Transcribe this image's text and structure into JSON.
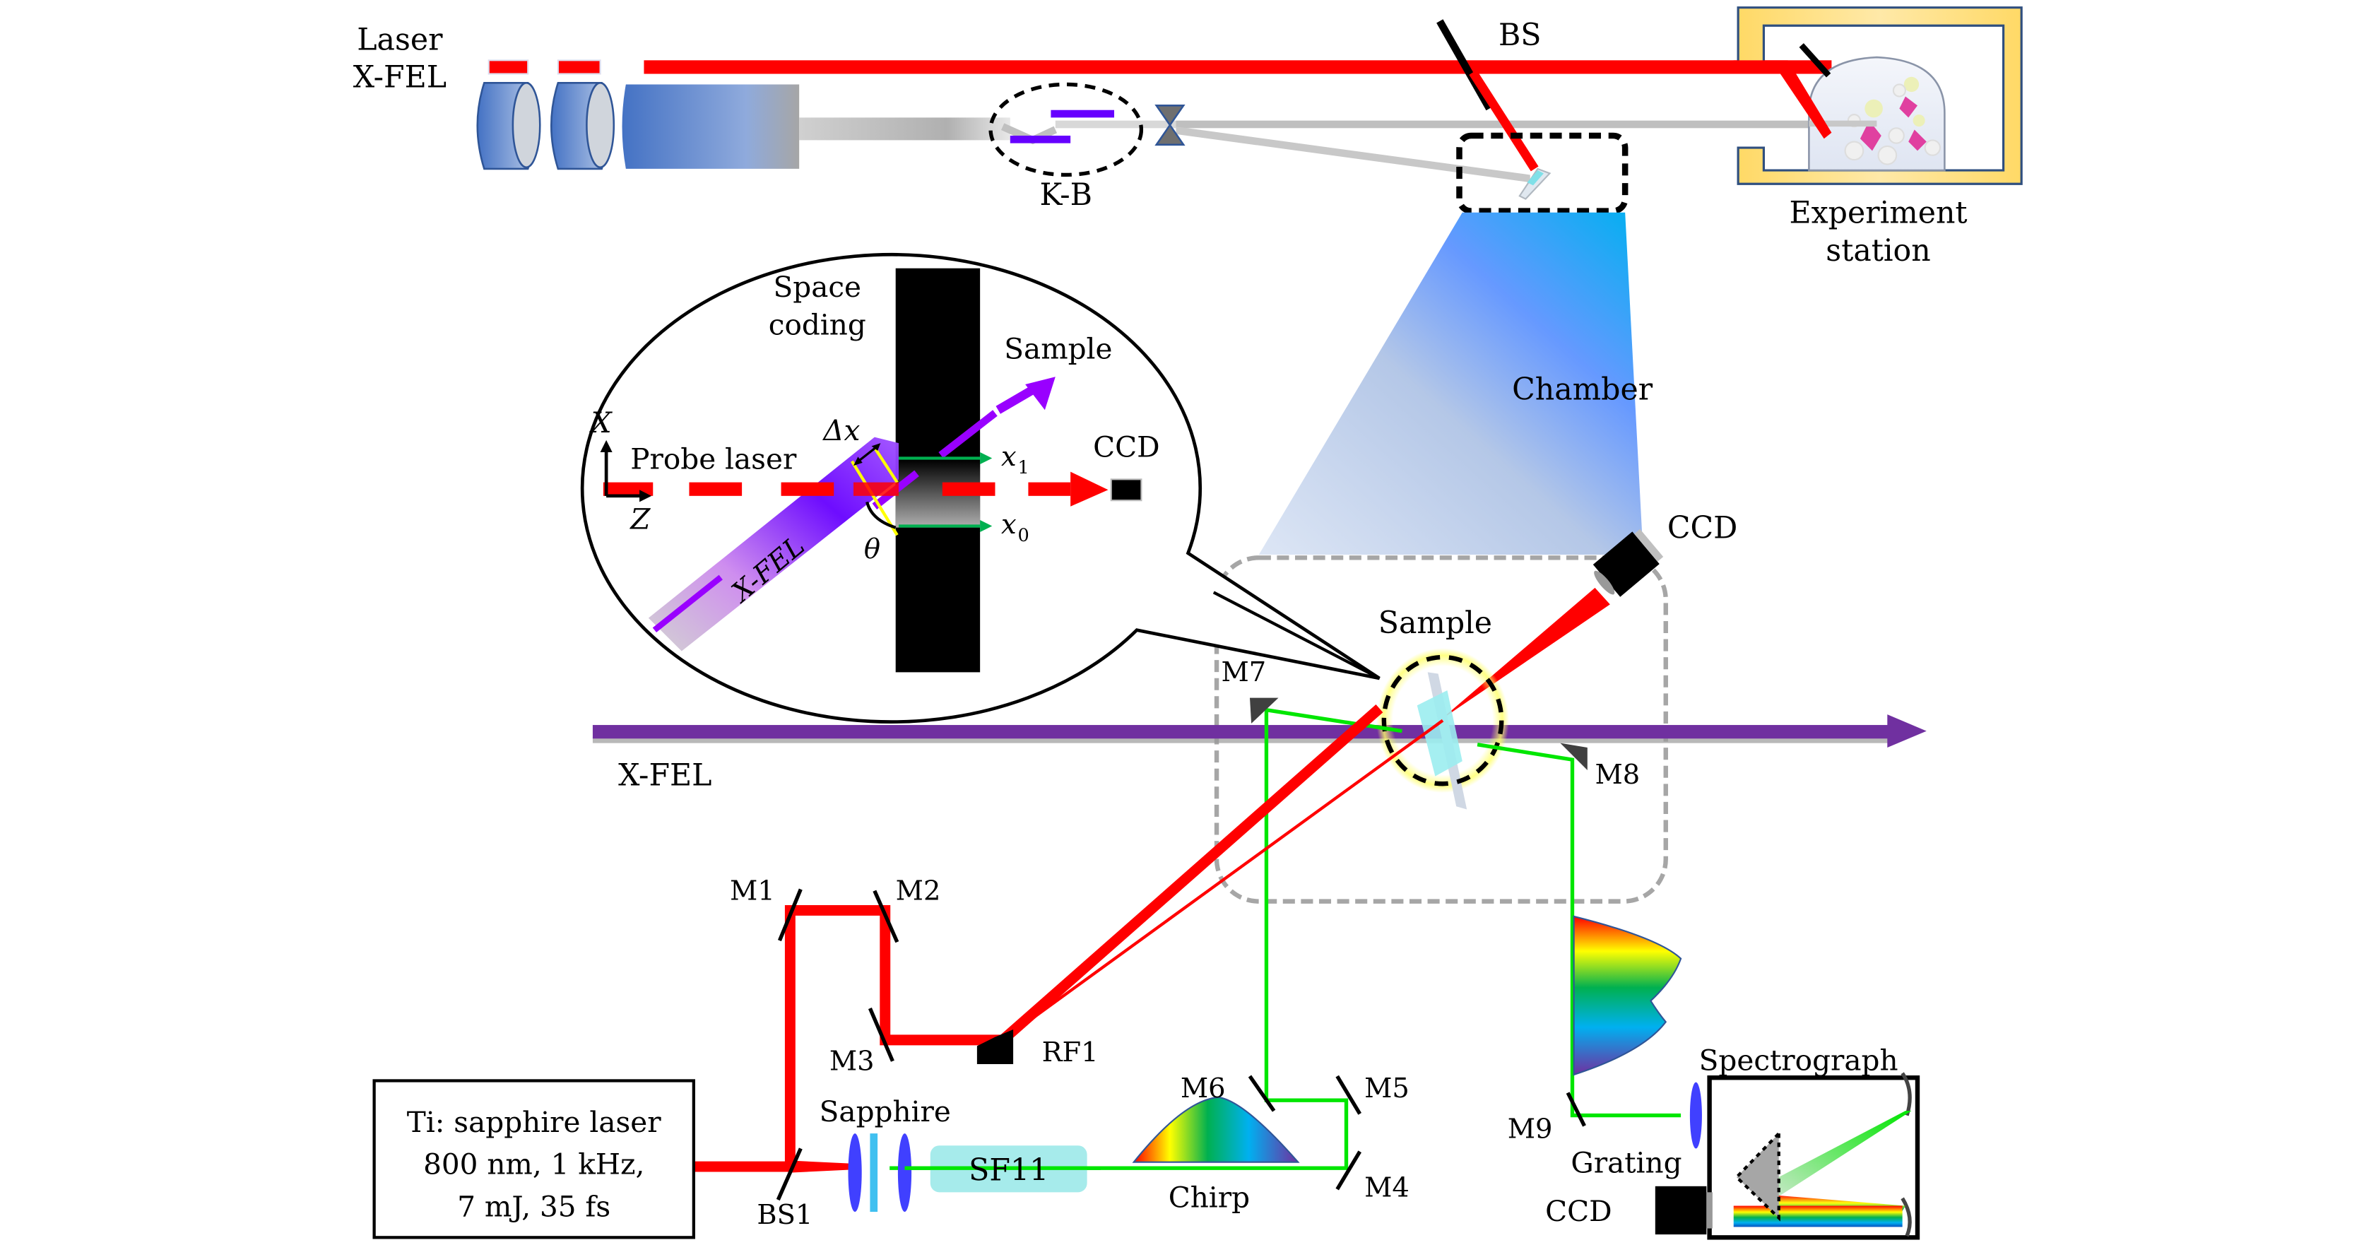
{
  "top_section": {
    "source_label_line1": "Laser",
    "source_label_line2": "X-FEL",
    "kb_label": "K-B",
    "bs_label": "BS",
    "experiment_label_line1": "Experiment",
    "experiment_label_line2": "station"
  },
  "chamber": {
    "label": "Chamber",
    "ccd_label": "CCD",
    "sample_label": "Sample"
  },
  "inset": {
    "space_coding_line1": "Space",
    "space_coding_line2": "coding",
    "sample_label": "Sample",
    "probe_label": "Probe laser",
    "ccd_label": "CCD",
    "axis_x": "X",
    "axis_z": "Z",
    "delta_x": "Δx",
    "x1": "x",
    "x1_sub": "1",
    "x0": "x",
    "x0_sub": "0",
    "theta": "θ",
    "xfel_beam_label": "X-FEL"
  },
  "beamline": {
    "xfel_label": "X-FEL",
    "m7": "M7",
    "m8": "M8"
  },
  "optics": {
    "m1": "M1",
    "m2": "M2",
    "m3": "M3",
    "m4": "M4",
    "m5": "M5",
    "m6": "M6",
    "m9": "M9",
    "rf1": "RF1",
    "bs1": "BS1",
    "sapphire": "Sapphire",
    "sf11": "SF11",
    "chirp": "Chirp",
    "spectrograph": "Spectrograph",
    "grating": "Grating",
    "ccd": "CCD"
  },
  "laser_box": {
    "line1": "Ti: sapphire laser",
    "line2": "800 nm, 1 kHz,",
    "line3": "7 mJ, 35 fs"
  },
  "colors": {
    "laser_red": "#ff0000",
    "xfel_purple": "#7030a0",
    "probe_green": "#00e600",
    "chamber_blue": "#6699ff"
  }
}
